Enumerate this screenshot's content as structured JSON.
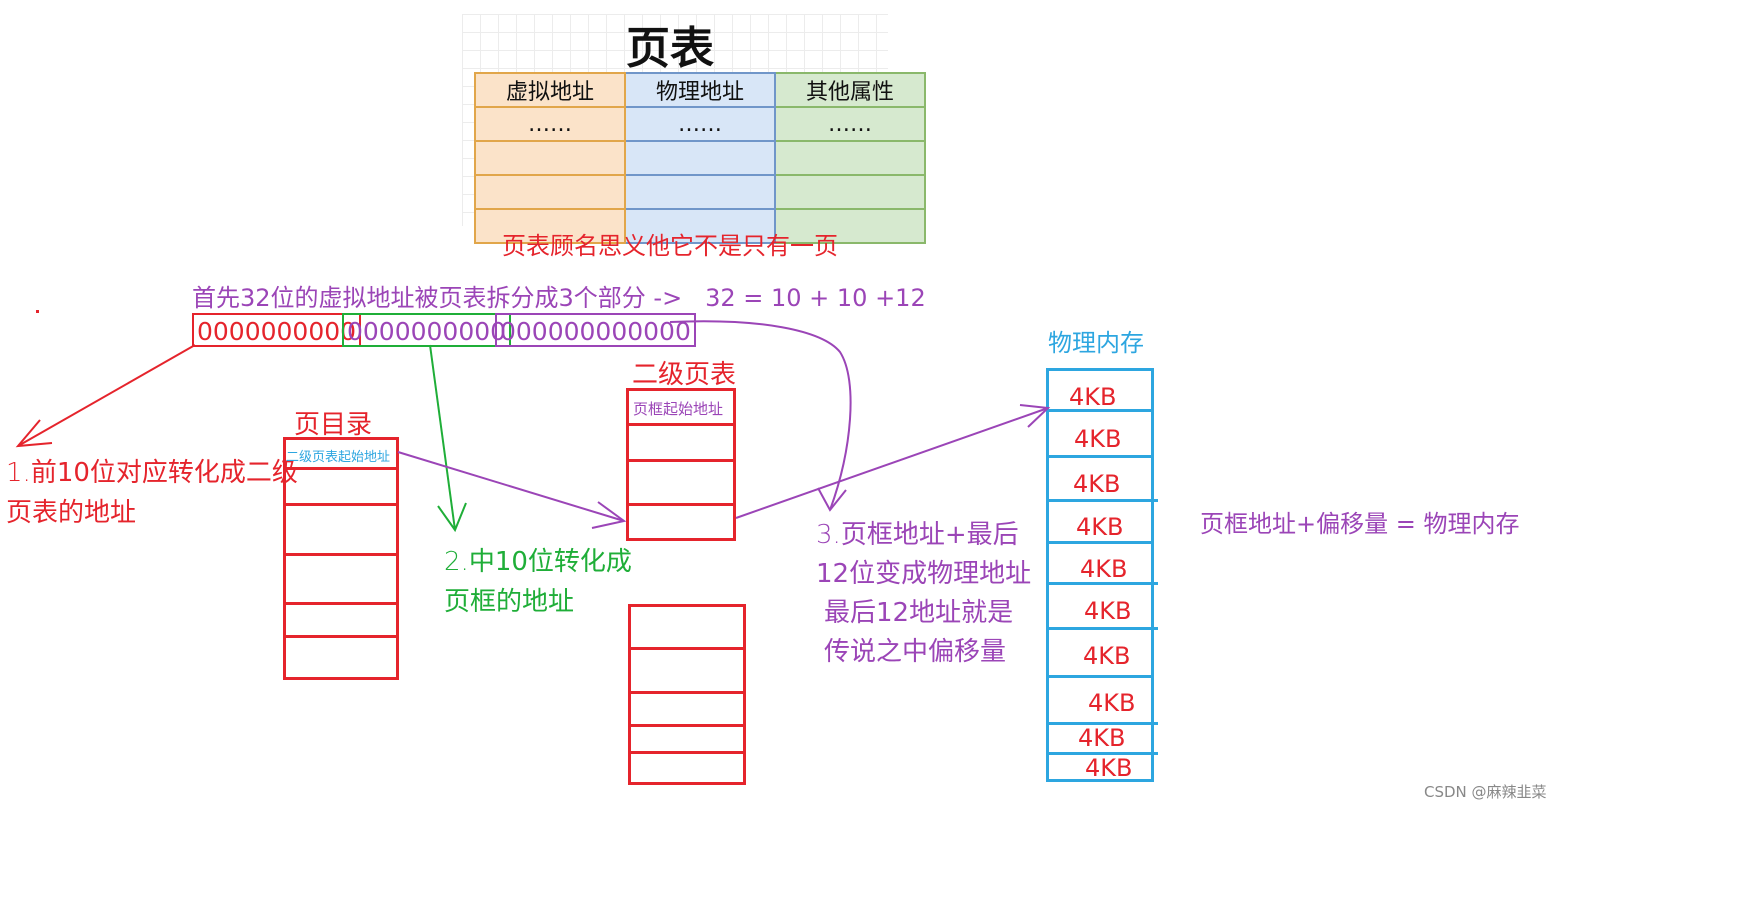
{
  "title": "页表",
  "page_table": {
    "headers": [
      "虚拟地址",
      "物理地址",
      "其他属性"
    ],
    "rows": [
      [
        "……",
        "……",
        "……"
      ],
      [
        "",
        "",
        ""
      ],
      [
        "",
        "",
        ""
      ],
      [
        "",
        "",
        ""
      ]
    ]
  },
  "page_table_note": "页表顾名思义他它不是只有一页",
  "split_desc": "首先32位的虚拟地址被页表拆分成3个部分 ->   32 = 10 + 10 +12",
  "bits": {
    "high10": "0000000000",
    "mid10": "0000000000",
    "low12": "000000000000"
  },
  "step1": {
    "num": "1.",
    "line1": "前10位对应转化成二级",
    "line2": "页表的地址"
  },
  "step2": {
    "num": "2.",
    "line1": "中10位转化成",
    "line2": "页框的地址"
  },
  "step3": {
    "num": "3.",
    "line1": "页框地址+最后",
    "line2": "12位变成物理地址",
    "line3": "最后12地址就是",
    "line4": "传说之中偏移量"
  },
  "page_directory": {
    "title": "页目录",
    "first_row": "二级页表起始地址"
  },
  "second_table": {
    "title": "二级页表",
    "first_row": "页框起始地址"
  },
  "physical_memory": {
    "title": "物理内存",
    "blocks": [
      "4KB",
      "4KB",
      "4KB",
      "4KB",
      "4KB",
      "4KB",
      "4KB",
      "4KB",
      "4KB",
      "4KB"
    ]
  },
  "formula": "页框地址+偏移量 = 物理内存",
  "watermark": "CSDN @麻辣韭菜",
  "colors": {
    "red": "#e5242c",
    "green": "#1fae38",
    "purple": "#9b45b7",
    "blue": "#2da6e0"
  }
}
